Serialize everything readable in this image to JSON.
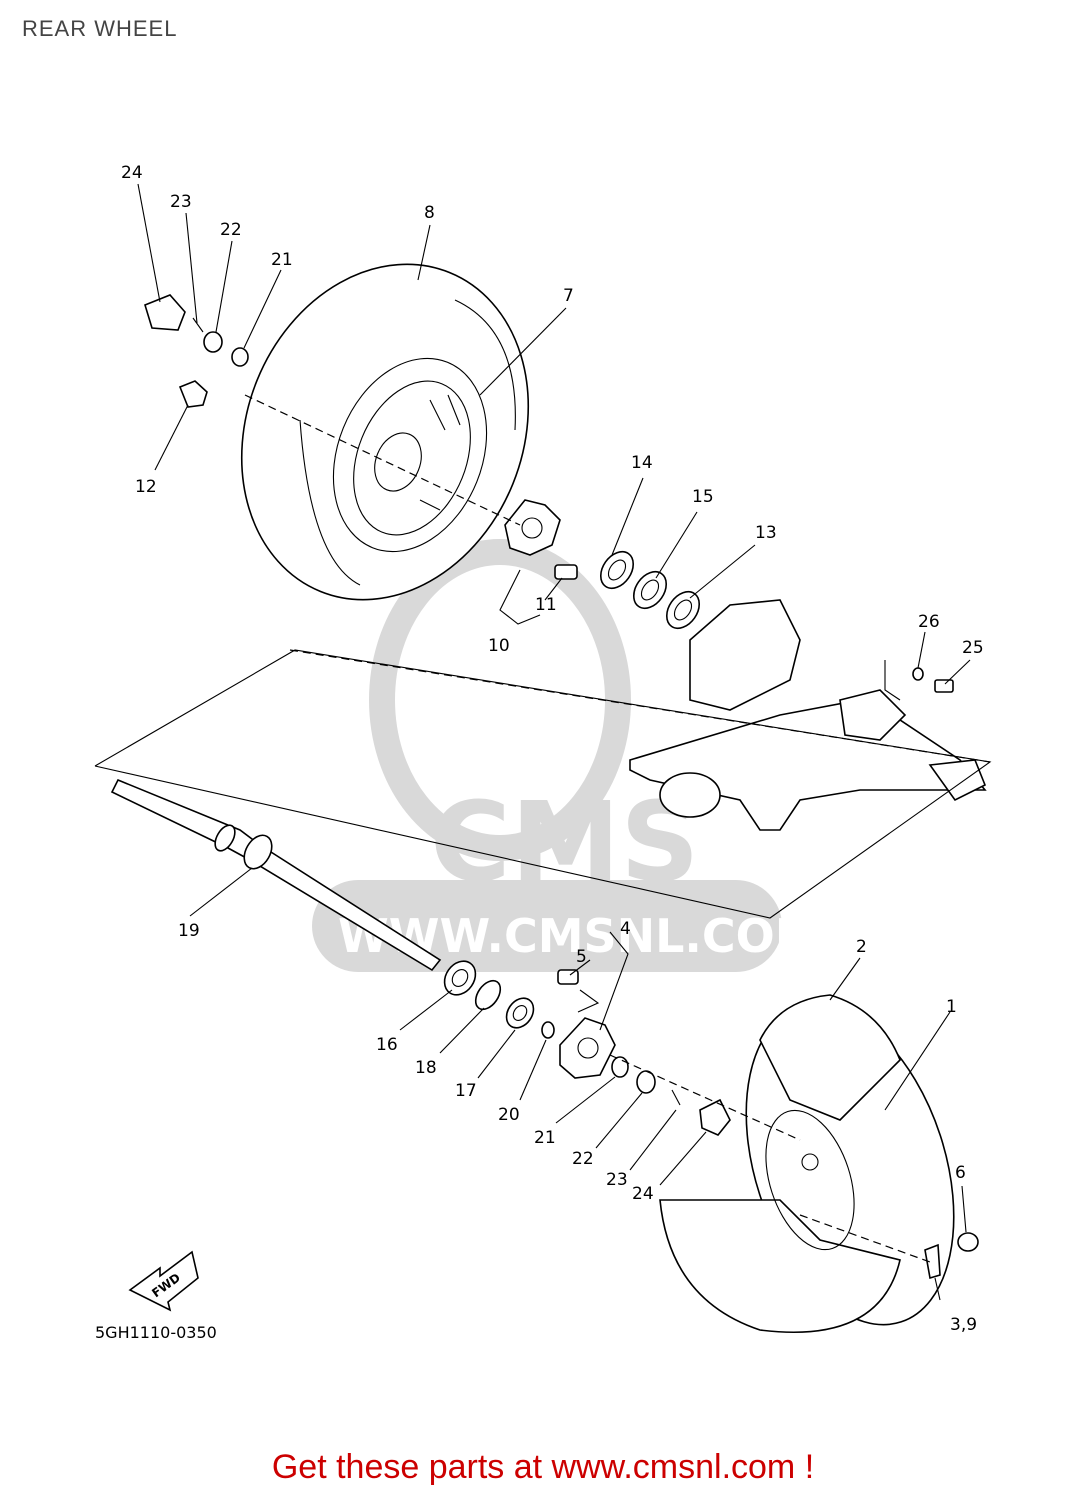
{
  "title": "REAR WHEEL",
  "diagram_code": "5GH1110-0350",
  "fwd_label": "FWD",
  "watermark": {
    "brand": "CMS",
    "url": "WWW.CMSNL.COM"
  },
  "cta": "Get these parts at www.cmsnl.com !",
  "colors": {
    "cta": "#cc0000",
    "watermark": "#d9d9d9",
    "line": "#000000"
  },
  "callouts": {
    "c1": "1",
    "c2": "2",
    "c39": "3,9",
    "c4": "4",
    "c5": "5",
    "c6": "6",
    "c7": "7",
    "c8": "8",
    "c10": "10",
    "c11": "11",
    "c12": "12",
    "c13": "13",
    "c14": "14",
    "c15": "15",
    "c16": "16",
    "c17": "17",
    "c18": "18",
    "c19": "19",
    "c20": "20",
    "c21a": "21",
    "c21b": "21",
    "c22a": "22",
    "c22b": "22",
    "c23a": "23",
    "c23b": "23",
    "c24a": "24",
    "c24b": "24",
    "c25": "25",
    "c26": "26"
  }
}
